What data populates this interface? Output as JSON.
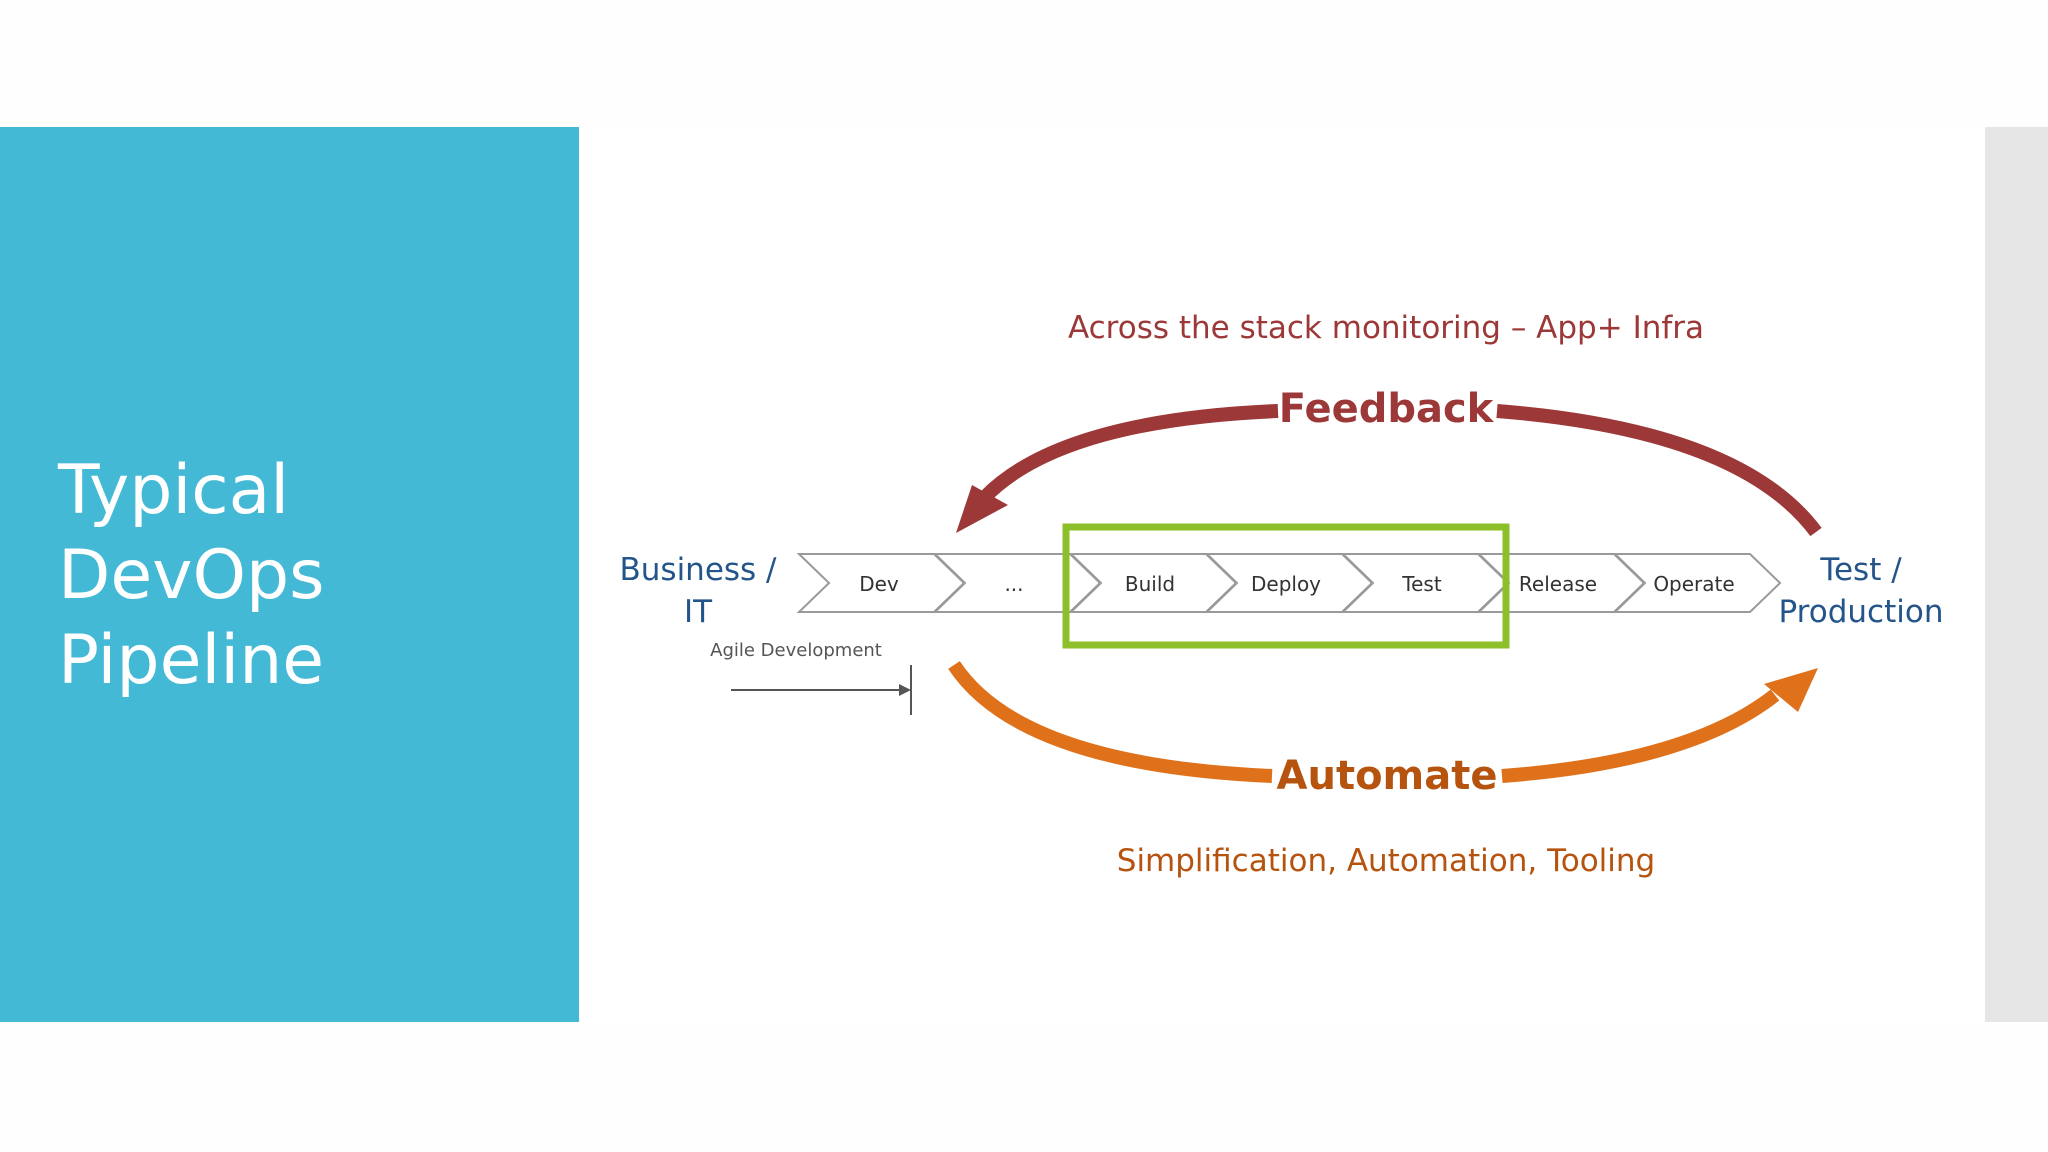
{
  "slide": {
    "title_lines": [
      "Typical",
      "DevOps",
      "Pipeline"
    ]
  },
  "diagram": {
    "monitoring_text": "Across the stack monitoring – App+ Infra",
    "feedback_label": "Feedback",
    "automate_label": "Automate",
    "automate_subtitle": "Simplification, Automation, Tooling",
    "left_endpoint": [
      "Business /",
      "IT"
    ],
    "right_endpoint": [
      "Test /",
      "Production"
    ],
    "agile_label": "Agile Development",
    "stages": [
      "Dev",
      "...",
      "Build",
      "Deploy",
      "Test",
      "Release",
      "Operate"
    ],
    "highlighted_stages": [
      "Build",
      "Deploy",
      "Test"
    ],
    "colors": {
      "panel": "#43b9d6",
      "feedback": "#9c3838",
      "automate": "#e0711b",
      "automate_text": "#b5530f",
      "endpoint_text": "#24558a",
      "highlight": "#8cbf2a"
    }
  }
}
